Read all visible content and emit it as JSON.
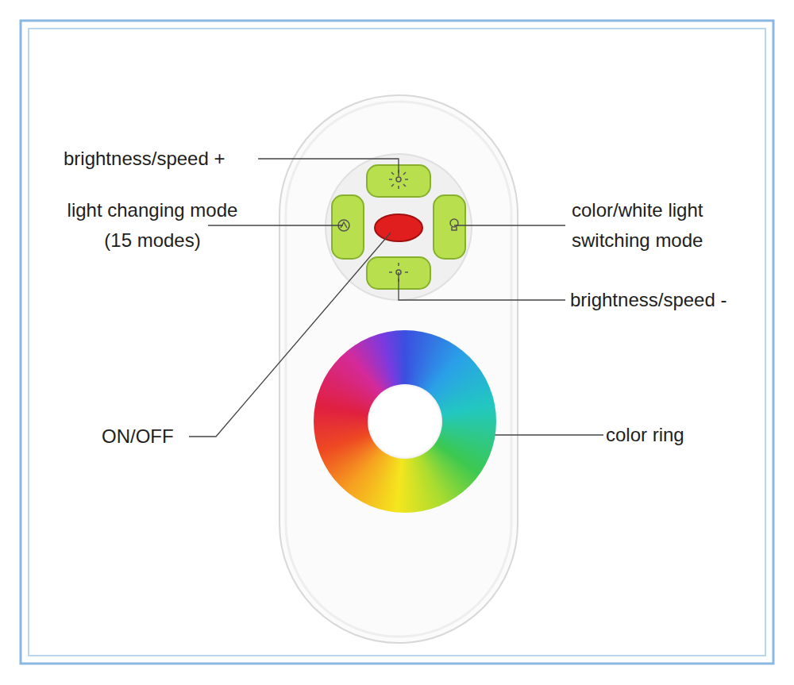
{
  "diagram": {
    "labels": [
      "brightness/speed +",
      "light changing mode (15 modes)",
      "color/white light switching mode",
      "brightness/speed -",
      "ON/OFF",
      "color ring"
    ]
  }
}
